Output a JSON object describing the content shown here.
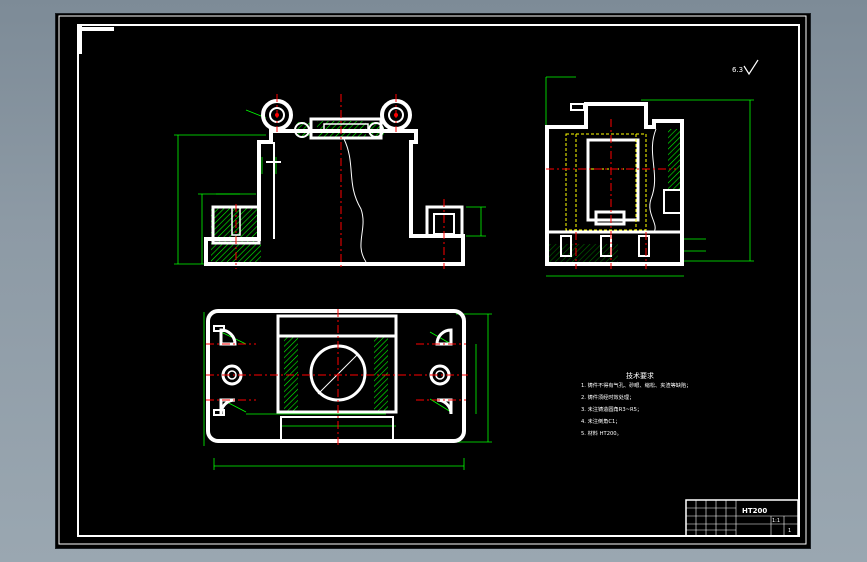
{
  "title_block": {
    "material": "HT200",
    "scale": "1:1",
    "sheet": "1"
  },
  "roughness_symbol": "6.3",
  "tech_requirements": {
    "heading": "技术要求",
    "items": [
      "1. 铸件不得有气孔、砂眼、缩松、夹渣等缺陷；",
      "2. 铸件须经时效处理；",
      "3. 未注铸造圆角R3~R5；",
      "4. 未注倒角C1；",
      "5. 材料 HT200。"
    ]
  },
  "colors": {
    "paper": "#000000",
    "outline": "#ffffff",
    "dimension": "#00ff00",
    "center_line": "#ff0000",
    "hatch": "#00ff00",
    "hidden_line": "#ffff00",
    "text": "#ffffff"
  }
}
